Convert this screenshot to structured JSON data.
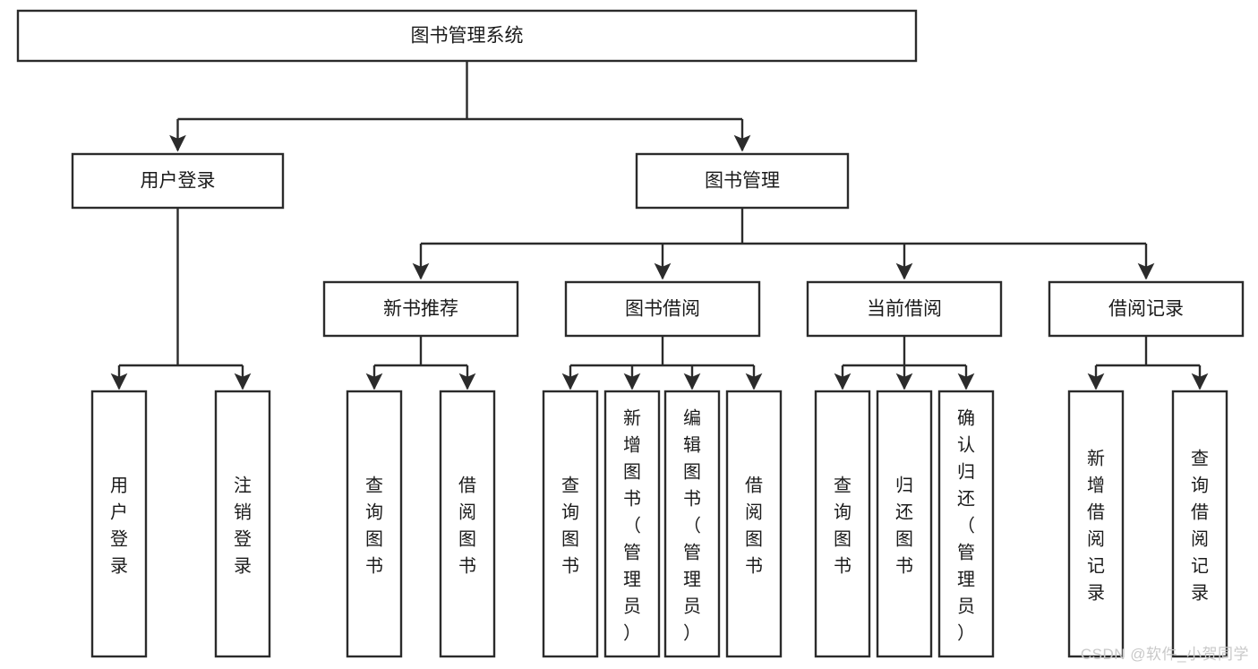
{
  "diagram": {
    "title": "图书管理系统",
    "type": "tree-hierarchy-chart",
    "root": {
      "label": "图书管理系统"
    },
    "level2": [
      {
        "label": "用户登录"
      },
      {
        "label": "图书管理"
      }
    ],
    "level3": [
      {
        "label": "新书推荐"
      },
      {
        "label": "图书借阅"
      },
      {
        "label": "当前借阅"
      },
      {
        "label": "借阅记录"
      }
    ],
    "leaves": {
      "user_login": [
        {
          "label": "用户登录"
        },
        {
          "label": "注销登录"
        }
      ],
      "new_book_recommend": [
        {
          "label": "查询图书"
        },
        {
          "label": "借阅图书"
        }
      ],
      "book_borrow": [
        {
          "label": "查询图书"
        },
        {
          "label": "新增图书（管理员）"
        },
        {
          "label": "编辑图书（管理员）"
        },
        {
          "label": "借阅图书"
        }
      ],
      "current_borrow": [
        {
          "label": "查询图书"
        },
        {
          "label": "归还图书"
        },
        {
          "label": "确认归还（管理员）"
        }
      ],
      "borrow_record": [
        {
          "label": "新增借阅记录"
        },
        {
          "label": "查询借阅记录"
        }
      ]
    }
  },
  "watermark": {
    "text": "CSDN @软件_小贺同学"
  },
  "colors": {
    "stroke": "#2b2b2b",
    "fill": "#ffffff",
    "text": "#1b1b1b",
    "watermark": "#c9c9c9"
  }
}
